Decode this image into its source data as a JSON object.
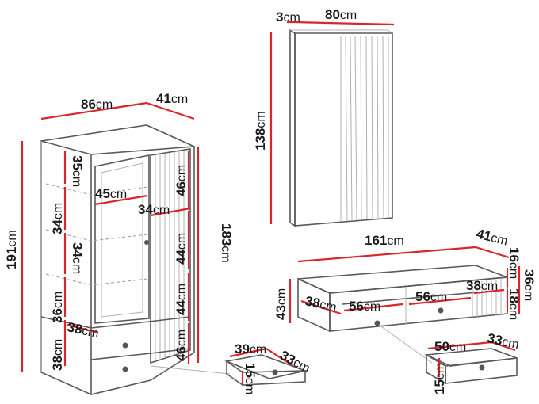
{
  "unit": "cm",
  "colors": {
    "dimension_line": "#d9262c",
    "outline": "#5a5a5a",
    "text": "#1a1a1a"
  },
  "wardrobe": {
    "width": "86",
    "depth": "41",
    "height": "191",
    "inner_height": "183",
    "door_width": "45",
    "right_width": "34",
    "drawer_depth": "38",
    "shelf_1": "35",
    "shelf_2": "34",
    "shelf_3": "34",
    "shelf_4": "36",
    "bottom": "38",
    "right_1": "46",
    "right_2": "44",
    "right_3": "44",
    "right_4": "46"
  },
  "mirror": {
    "depth": "3",
    "width": "80",
    "height": "138"
  },
  "wardrobe_drawer": {
    "width": "39",
    "depth": "33",
    "height": "15"
  },
  "bench": {
    "width": "161",
    "depth": "41",
    "height": "43",
    "top_height": "16",
    "mid_height": "18",
    "right_height": "36",
    "left_depth": "38",
    "compartment_1": "56",
    "compartment_2": "56",
    "compartment_3": "38"
  },
  "bench_drawer": {
    "width": "50",
    "depth": "33",
    "height": "15"
  }
}
